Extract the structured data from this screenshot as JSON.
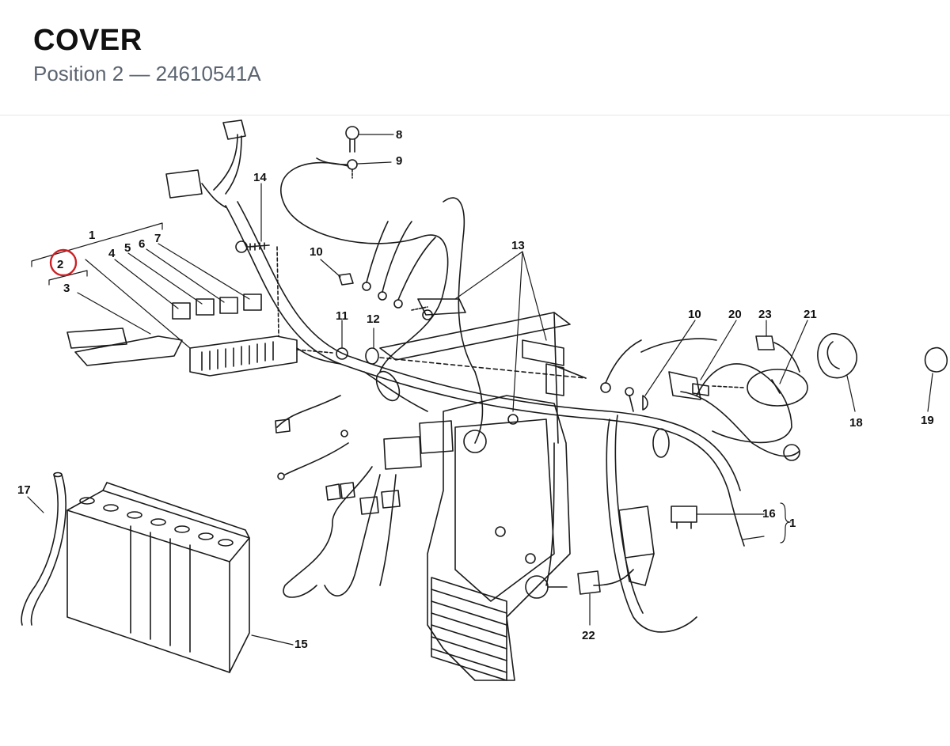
{
  "header": {
    "title": "COVER",
    "subtitle": "Position 2 — 24610541A"
  },
  "highlight": {
    "callout": "2",
    "color": "#cc1f24"
  },
  "callouts": [
    {
      "id": "c1a",
      "text": "1"
    },
    {
      "id": "c2",
      "text": "2"
    },
    {
      "id": "c3",
      "text": "3"
    },
    {
      "id": "c4",
      "text": "4"
    },
    {
      "id": "c5",
      "text": "5"
    },
    {
      "id": "c6",
      "text": "6"
    },
    {
      "id": "c7",
      "text": "7"
    },
    {
      "id": "c8",
      "text": "8"
    },
    {
      "id": "c9",
      "text": "9"
    },
    {
      "id": "c10a",
      "text": "10"
    },
    {
      "id": "c10b",
      "text": "10"
    },
    {
      "id": "c11",
      "text": "11"
    },
    {
      "id": "c12",
      "text": "12"
    },
    {
      "id": "c13",
      "text": "13"
    },
    {
      "id": "c14",
      "text": "14"
    },
    {
      "id": "c15",
      "text": "15"
    },
    {
      "id": "c16",
      "text": "16"
    },
    {
      "id": "c1b",
      "text": "1"
    },
    {
      "id": "c17",
      "text": "17"
    },
    {
      "id": "c18",
      "text": "18"
    },
    {
      "id": "c19",
      "text": "19"
    },
    {
      "id": "c20",
      "text": "20"
    },
    {
      "id": "c21",
      "text": "21"
    },
    {
      "id": "c22",
      "text": "22"
    },
    {
      "id": "c23",
      "text": "23"
    }
  ]
}
